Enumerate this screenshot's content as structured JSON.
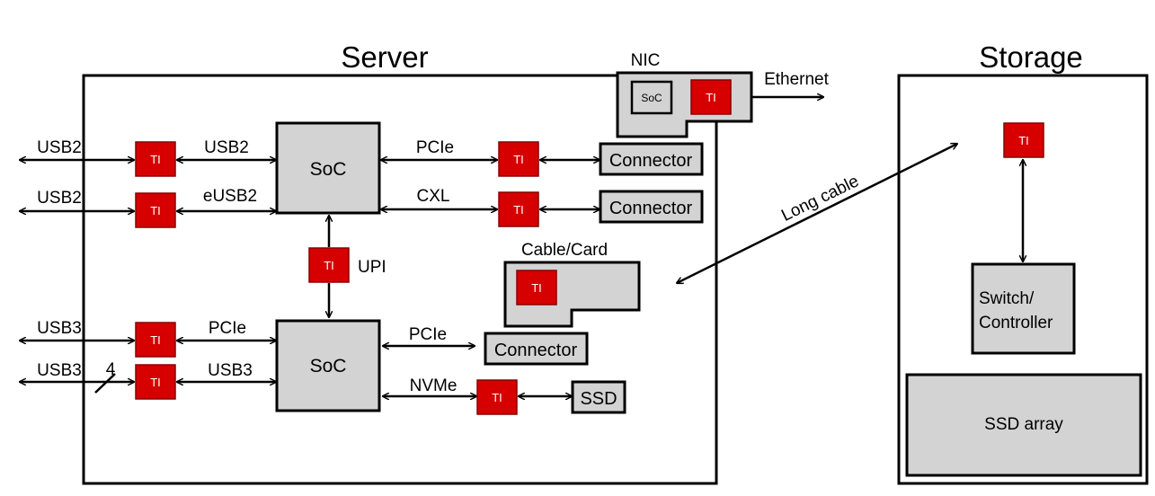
{
  "server": {
    "title": "Server",
    "soc_top": "SoC",
    "soc_bottom": "SoC",
    "upi": "UPI",
    "ti": "TI",
    "links": {
      "usb2_ext_1": "USB2",
      "usb2_ext_2": "USB2",
      "usb2_int": "USB2",
      "eusb2": "eUSB2",
      "pcie_top": "PCIe",
      "cxl": "CXL",
      "usb3_ext_1": "USB3",
      "usb3_ext_2": "USB3",
      "lane_count": "4",
      "pcie_left_bottom": "PCIe",
      "usb3_int": "USB3",
      "pcie_right_bottom": "PCIe",
      "nvme": "NVMe"
    },
    "connector_1": "Connector",
    "connector_2": "Connector",
    "connector_3": "Connector",
    "ssd": "SSD",
    "cable_card": "Cable/Card"
  },
  "nic": {
    "title": "NIC",
    "soc": "SoC",
    "ethernet": "Ethernet"
  },
  "long_cable": "Long cable",
  "storage": {
    "title": "Storage",
    "switch_line1": "Switch/",
    "switch_line2": "Controller",
    "ssd_array": "SSD array"
  },
  "colors": {
    "ti_chip": "#d60000",
    "block_fill": "#d3d3d3"
  }
}
